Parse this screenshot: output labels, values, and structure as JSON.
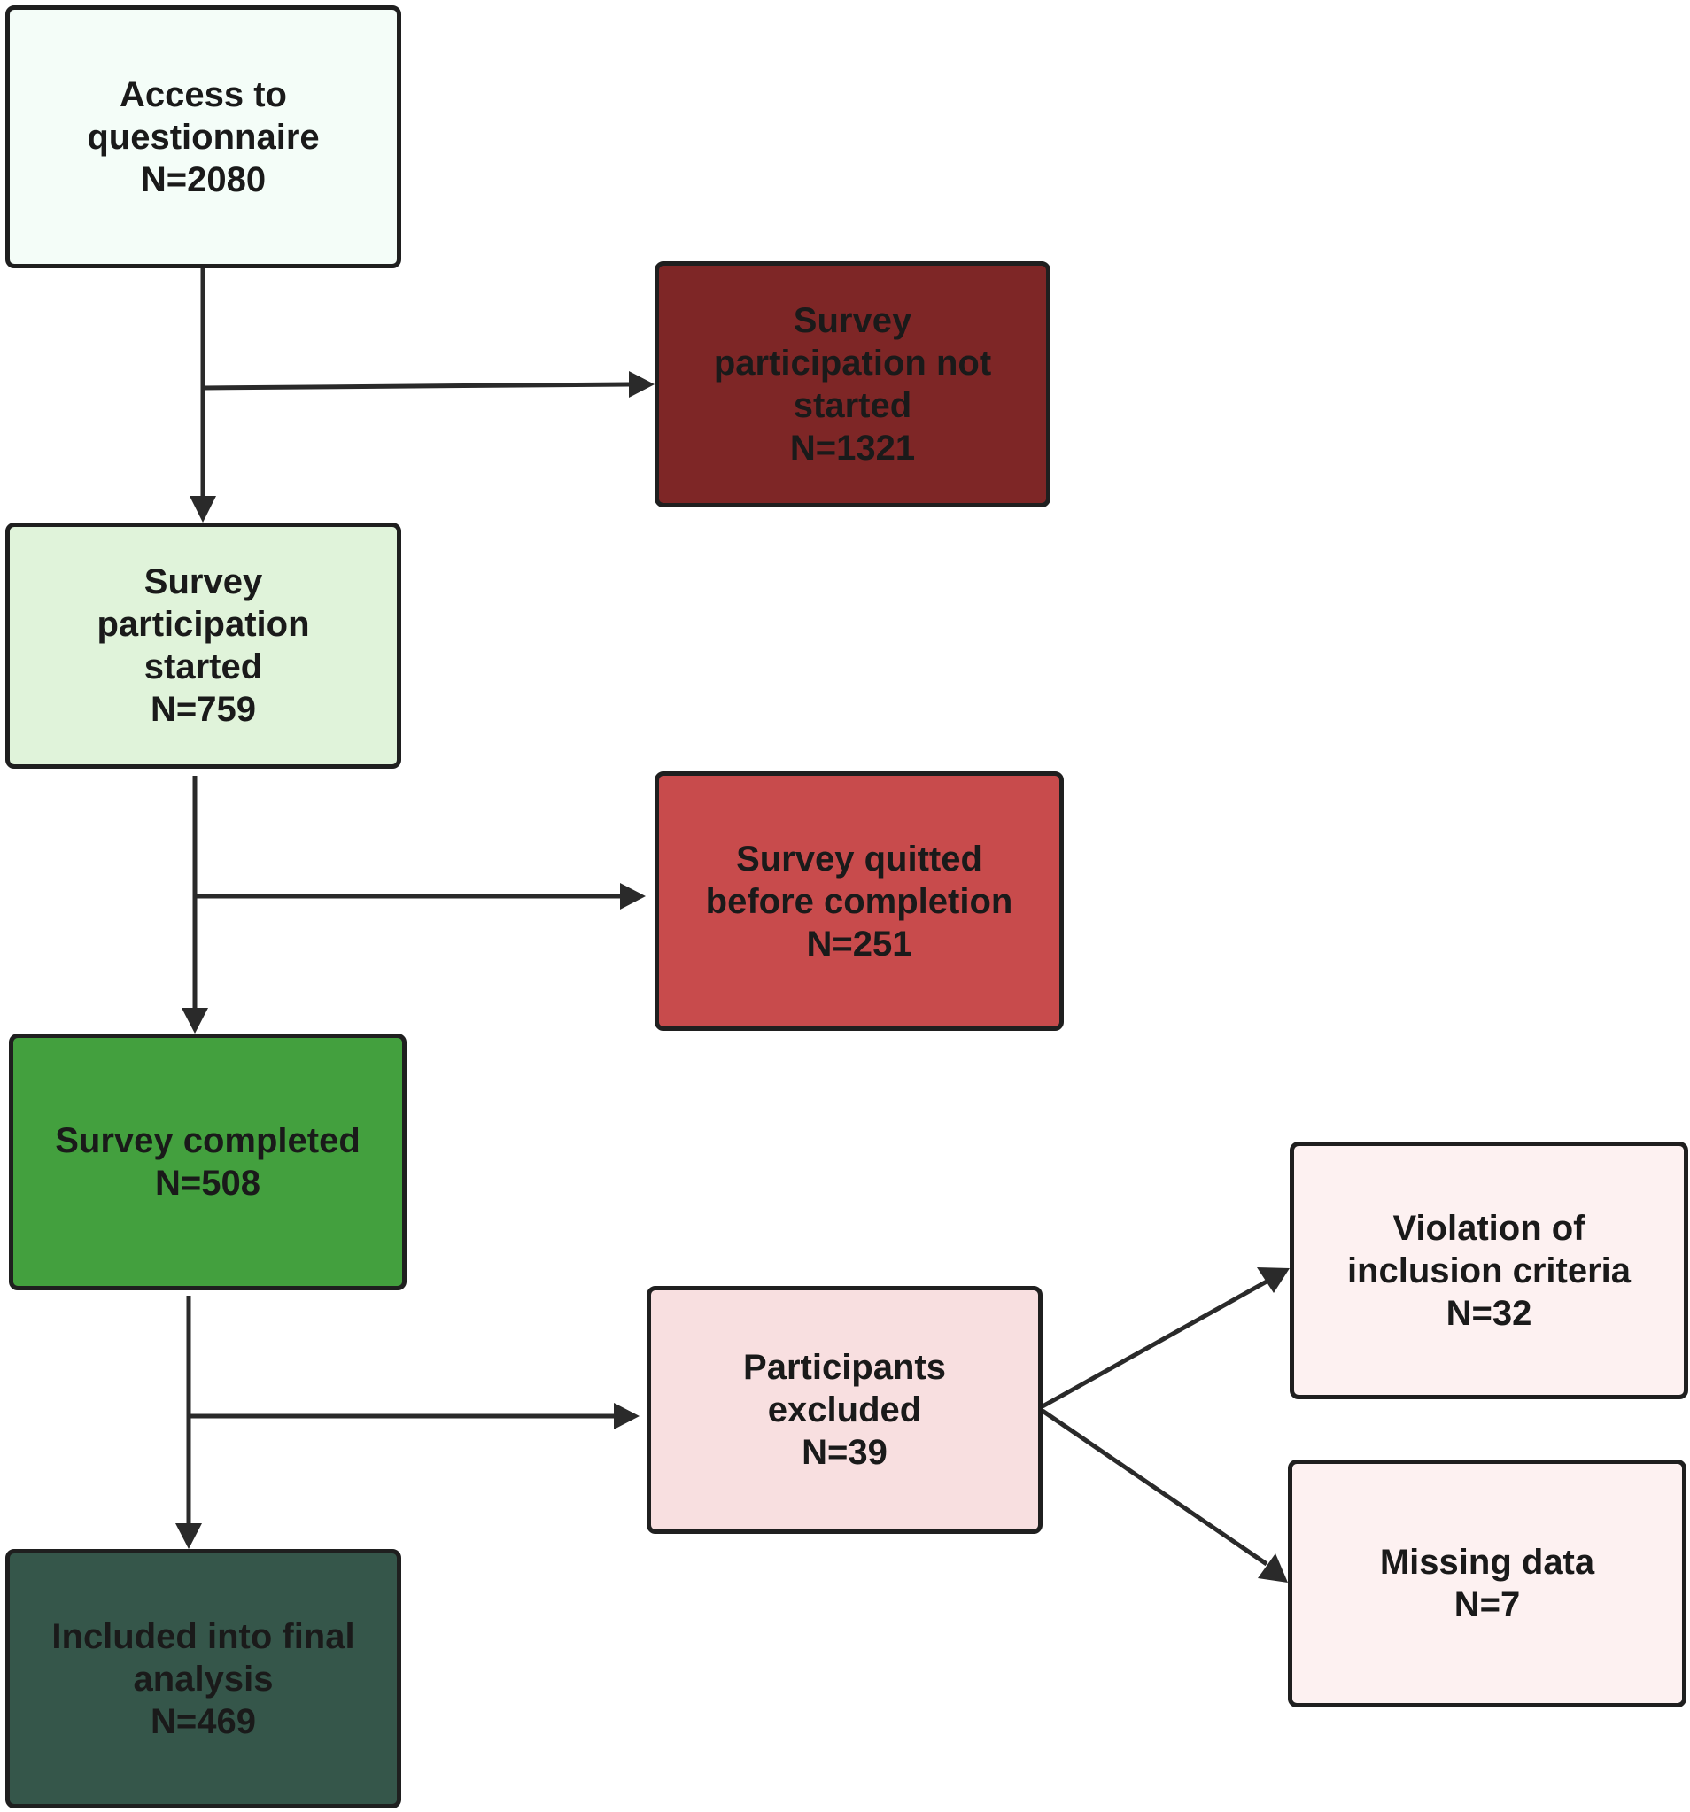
{
  "flowchart": {
    "access": "Access to\nquestionnaire\nN=2080",
    "not_started": "Survey\nparticipation not\nstarted\nN=1321",
    "started": "Survey\nparticipation\nstarted\nN=759",
    "quitted": "Survey quitted\nbefore completion\nN=251",
    "completed": "Survey completed\nN=508",
    "excluded": "Participants\nexcluded\nN=39",
    "violation": "Violation of\ninclusion criteria\nN=32",
    "missing": "Missing data\nN=7",
    "final": "Included into final\nanalysis\nN=469"
  }
}
